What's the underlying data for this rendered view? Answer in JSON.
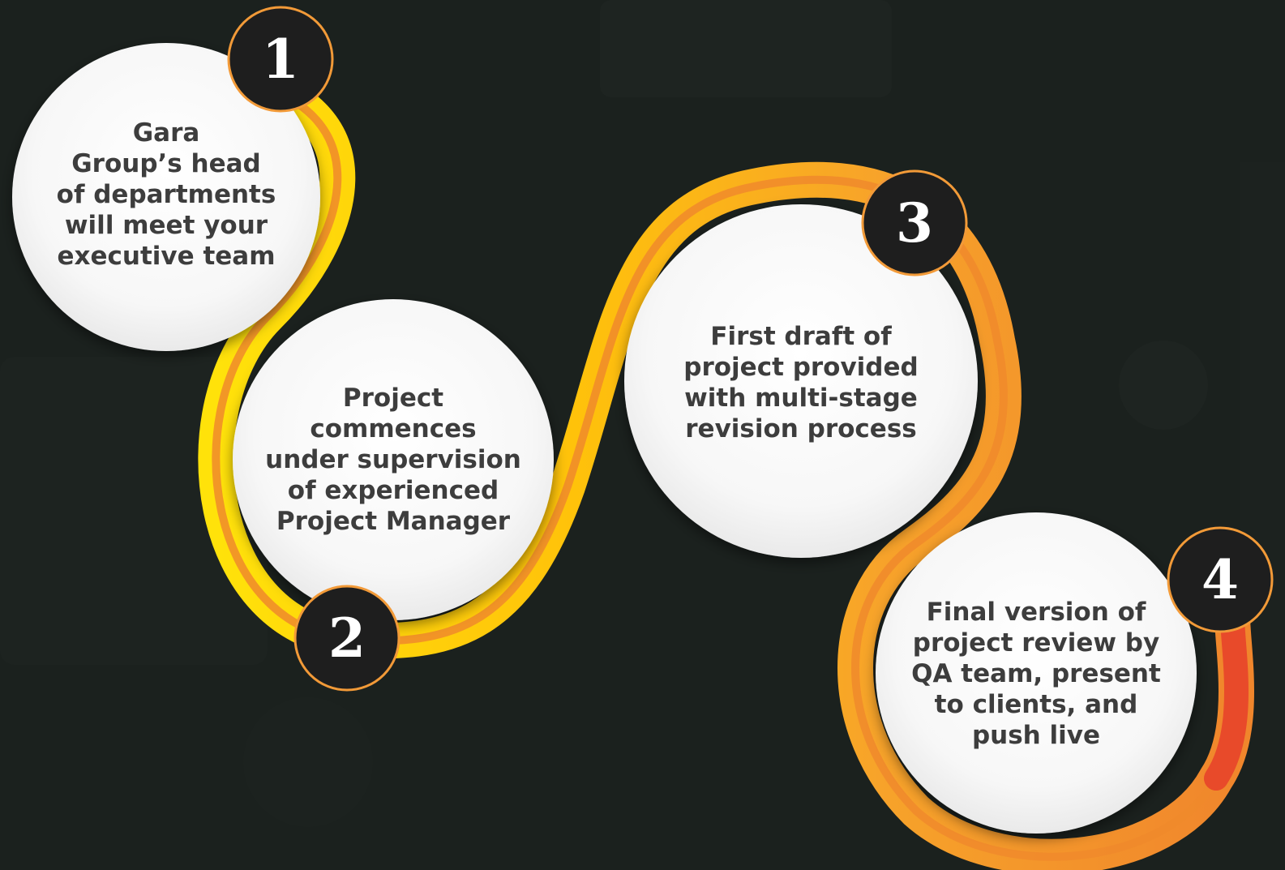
{
  "steps": [
    {
      "number": "1",
      "text": "Gara\nGroup’s head\nof departments\nwill  meet your\nexecutive team"
    },
    {
      "number": "2",
      "text": "Project\ncommences\nunder supervision\nof experienced\nProject Manager"
    },
    {
      "number": "3",
      "text": "First draft of\nproject provided\nwith multi-stage\nrevision process"
    },
    {
      "number": "4",
      "text": "Final version of\nproject review by\nQA team, present\nto clients, and\npush live"
    }
  ],
  "colors": {
    "background": "#1b211e",
    "circle_fill": "#ffffff",
    "badge_fill": "#1e1e1e",
    "badge_border": "#f29a38",
    "ribbon_yellow": "#ffd20a",
    "ribbon_orange": "#f08a2c",
    "ribbon_red": "#e84a2a",
    "text": "#3d3d3d"
  },
  "icons": [
    "step-badge-circle",
    "flow-ribbon"
  ]
}
